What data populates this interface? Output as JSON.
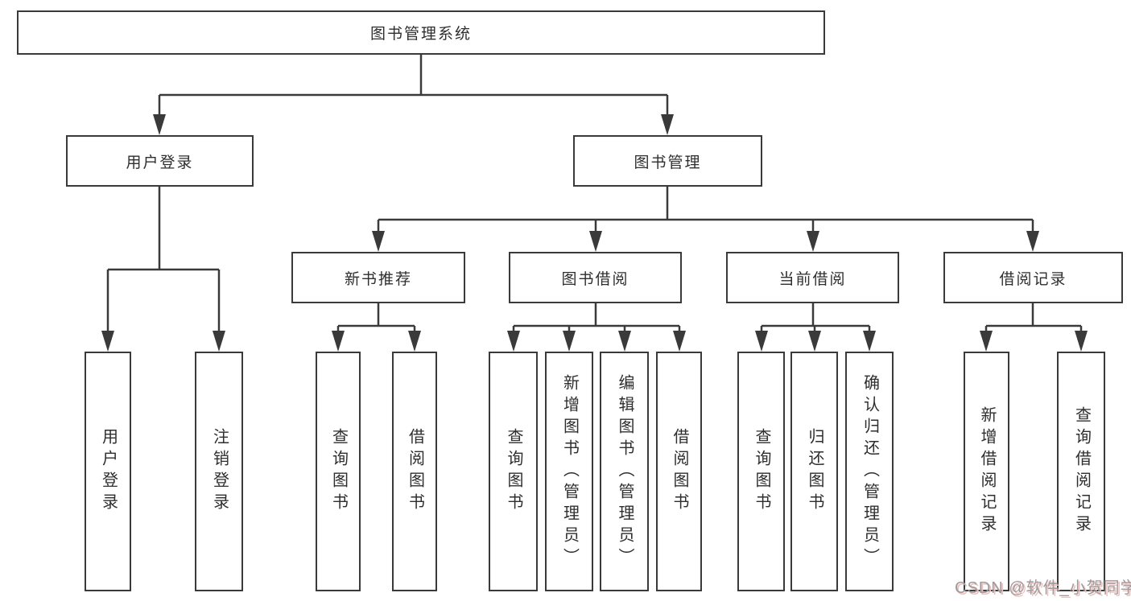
{
  "root": {
    "label": "图书管理系统"
  },
  "level1": [
    {
      "label": "用户登录"
    },
    {
      "label": "图书管理"
    }
  ],
  "level2": [
    {
      "label": "新书推荐"
    },
    {
      "label": "图书借阅"
    },
    {
      "label": "当前借阅"
    },
    {
      "label": "借阅记录"
    }
  ],
  "level3": {
    "user_login": [
      {
        "label": "用户登录"
      },
      {
        "label": "注销登录"
      }
    ],
    "new_books": [
      {
        "label": "查询图书"
      },
      {
        "label": "借阅图书"
      }
    ],
    "book_borrow": [
      {
        "label": "查询图书"
      },
      {
        "label": "新增图书（管理员）"
      },
      {
        "label": "编辑图书（管理员）"
      },
      {
        "label": "借阅图书"
      }
    ],
    "current_borrow": [
      {
        "label": "查询图书"
      },
      {
        "label": "归还图书"
      },
      {
        "label": "确认归还（管理员）"
      }
    ],
    "borrow_records": [
      {
        "label": "新增借阅记录"
      },
      {
        "label": "查询借阅记录"
      }
    ]
  },
  "watermark": "CSDN @软件_小贺同学",
  "colors": {
    "line": "#3a3a3a",
    "text": "#2e2e2e",
    "watermark_gray": "#9c9c9c",
    "watermark_pink": "#f2bdbd"
  }
}
